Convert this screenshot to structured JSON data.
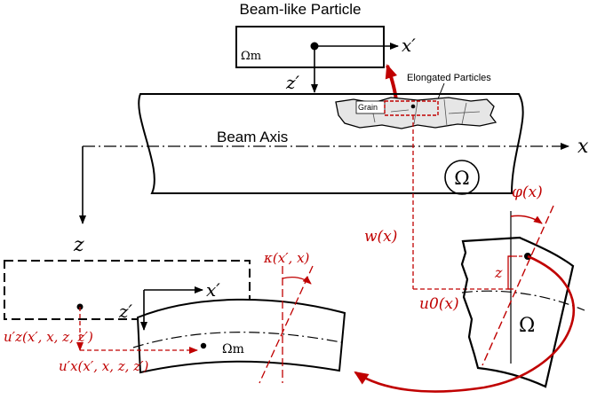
{
  "colors": {
    "ink": "#000000",
    "accent": "#c00000"
  },
  "labels": {
    "title": "Beam-like Particle",
    "elongated_particles": "Elongated Particles",
    "grain": "Grain",
    "beam_axis": "Beam Axis",
    "x_axis": "x",
    "z_axis": "z",
    "x_prime_top": "x′",
    "z_prime_top": "z′",
    "omega_m_top": "Ωm",
    "omega_beam": "Ω",
    "x_prime_bottom": "x′",
    "z_prime_bottom": "z′",
    "omega_m_bottom": "Ωm",
    "kappa": "κ(x′, x)",
    "u_z_prime": "u′z(x′, x, z, z′)",
    "u_x_prime": "u′x(x′, x, z, z′)",
    "w_x": "w(x)",
    "phi_x": "φ(x)",
    "z_small": "z",
    "u0_x": "u0(x)",
    "omega_section": "Ω"
  }
}
